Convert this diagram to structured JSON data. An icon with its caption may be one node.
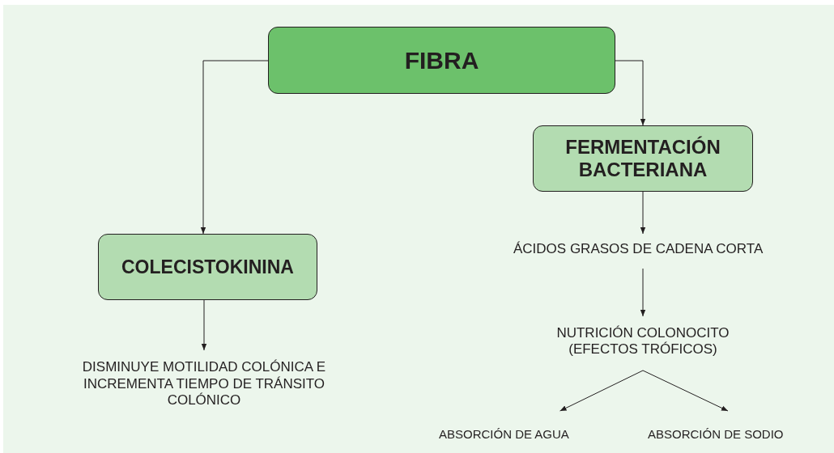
{
  "diagram": {
    "nodes": [
      {
        "text": [
          "FIBRA"
        ]
      },
      {
        "text": [
          "FERMENTACIÓN BACTERIANA"
        ]
      },
      {
        "text": [
          "COLECISTOKININA"
        ]
      },
      {
        "text": [
          "DISMINUYE MOTILIDAD COLÓNICA E INCREMENTA TIEMPO DE TRÁNSITO COLÓNICO"
        ]
      },
      {
        "text": [
          "ÁCIDOS GRASOS DE CADENA CORTA"
        ]
      },
      {
        "text": [
          "NUTRICIÓN COLONOCITO (EFECTOS TRÓFICOS)"
        ]
      },
      {
        "text": [
          "ABSORCIÓN DE AGUA"
        ]
      },
      {
        "text": [
          "ABSORCIÓN DE SODIO"
        ]
      }
    ],
    "edges": [
      {
        "from": 0,
        "to": 2,
        "arrow": "to"
      },
      {
        "from": 0,
        "to": 1,
        "arrow": "to"
      },
      {
        "from": 2,
        "to": 3,
        "arrow": "to"
      },
      {
        "from": 1,
        "to": 4,
        "arrow": "to"
      },
      {
        "from": 4,
        "to": 5,
        "arrow": "to"
      },
      {
        "from": 5,
        "to": 6,
        "arrow": "to"
      },
      {
        "from": 5,
        "to": 7,
        "arrow": "to"
      }
    ]
  }
}
